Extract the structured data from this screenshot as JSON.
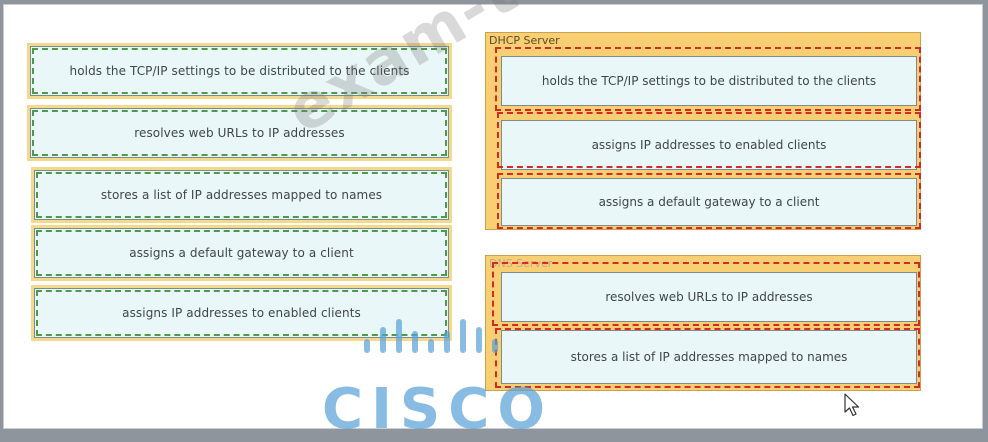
{
  "source_items": [
    {
      "label": "holds the TCP/IP settings to be distributed to the clients"
    },
    {
      "label": "resolves web URLs to IP addresses"
    },
    {
      "label": "stores a list of IP addresses mapped to names"
    },
    {
      "label": "assigns a default gateway to a client"
    },
    {
      "label": "assigns IP addresses to enabled clients"
    }
  ],
  "dhcp_zone": {
    "title": "DHCP Server",
    "items": [
      {
        "label": "holds the TCP/IP settings to be distributed to the clients"
      },
      {
        "label": "assigns IP addresses to enabled clients"
      },
      {
        "label": "assigns a default gateway to a client"
      }
    ]
  },
  "dns_zone": {
    "title": "DNS Server",
    "items": [
      {
        "label": "resolves web URLs to IP addresses"
      },
      {
        "label": "stores a list of IP addresses mapped to names"
      }
    ]
  },
  "watermark": {
    "text": "exam-tests.com"
  },
  "logo": {
    "text": "CISCO",
    "icon": "cisco-bars-logo"
  },
  "colors": {
    "zone_fill": "#f8cf72",
    "item_fill": "#e9f7f8",
    "green_dash": "#4f9a4a",
    "red_dash": "#d42a2a"
  },
  "cursor": {
    "icon": "mouse-pointer-icon"
  }
}
